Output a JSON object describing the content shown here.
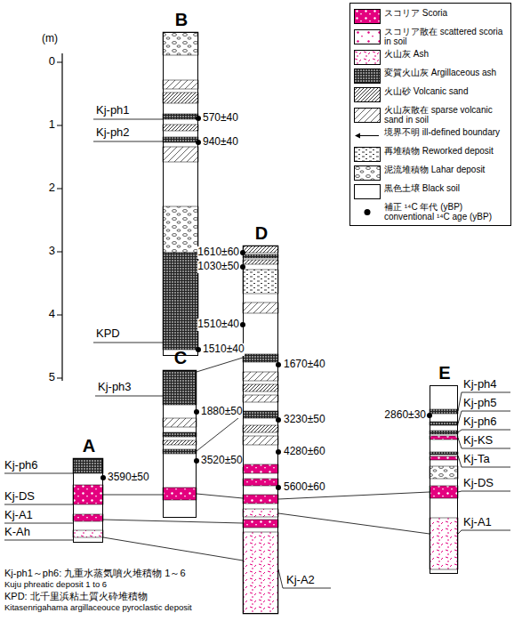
{
  "diagram": {
    "nodes": [
      {
        "text": [
          "A"
        ]
      },
      {
        "text": [
          "B"
        ]
      },
      {
        "text": [
          "C"
        ]
      },
      {
        "text": [
          "D"
        ]
      },
      {
        "text": [
          "E"
        ]
      }
    ],
    "labels": [
      "(m)",
      "0",
      "1",
      "2",
      "3",
      "4",
      "5",
      "Kj-ph1",
      "570±40",
      "Kj-ph2",
      "940±40",
      "1610±60",
      "1030±50",
      "1510±40",
      "KPD",
      "1510±40",
      "Kj-ph3",
      "1880±50",
      "1670±40",
      "3230±50",
      "3520±50",
      "4280±60",
      "Kj-ph6",
      "3590±50",
      "Kj-DS",
      "Kj-A1",
      "K-Ah",
      "5600±60",
      "Kj-A2",
      "Kj-ph4",
      "Kj-ph5",
      "2860±30",
      "Kj-ph6",
      "Kj-KS",
      "Kj-Ta",
      "Kj-DS",
      "Kj-A1",
      "Kj-ph1～ph6: 九重水蒸気噴火堆積物 1～6",
      "Kuju phreatic deposit 1 to 6",
      "KPD: 北千里浜粘土質火砕堆積物",
      "Kitasenrigahama argillaceouce pyroclastic deposit"
    ],
    "legend": [
      {
        "text": "スコリア Scoria"
      },
      {
        "text": "スコリア散在 scattered scoria in soil"
      },
      {
        "text": "火山灰 Ash"
      },
      {
        "text": "変質火山灰 Argillaceous ash"
      },
      {
        "text": "火山砂 Volcanic sand"
      },
      {
        "text": "火山灰散在 sparse volcanic sand in soil"
      },
      {
        "text": "境界不明 ill-defined boundary"
      },
      {
        "text": "再堆積物 Reworked deposit"
      },
      {
        "text": "泥流堆積物 Lahar deposit"
      },
      {
        "text": "黒色土壌 Black soil",
        "color": "#ffffff"
      },
      {
        "text": "補正 ¹⁴C 年代 (yBP) conventional ¹⁴C age (yBP)"
      }
    ]
  }
}
